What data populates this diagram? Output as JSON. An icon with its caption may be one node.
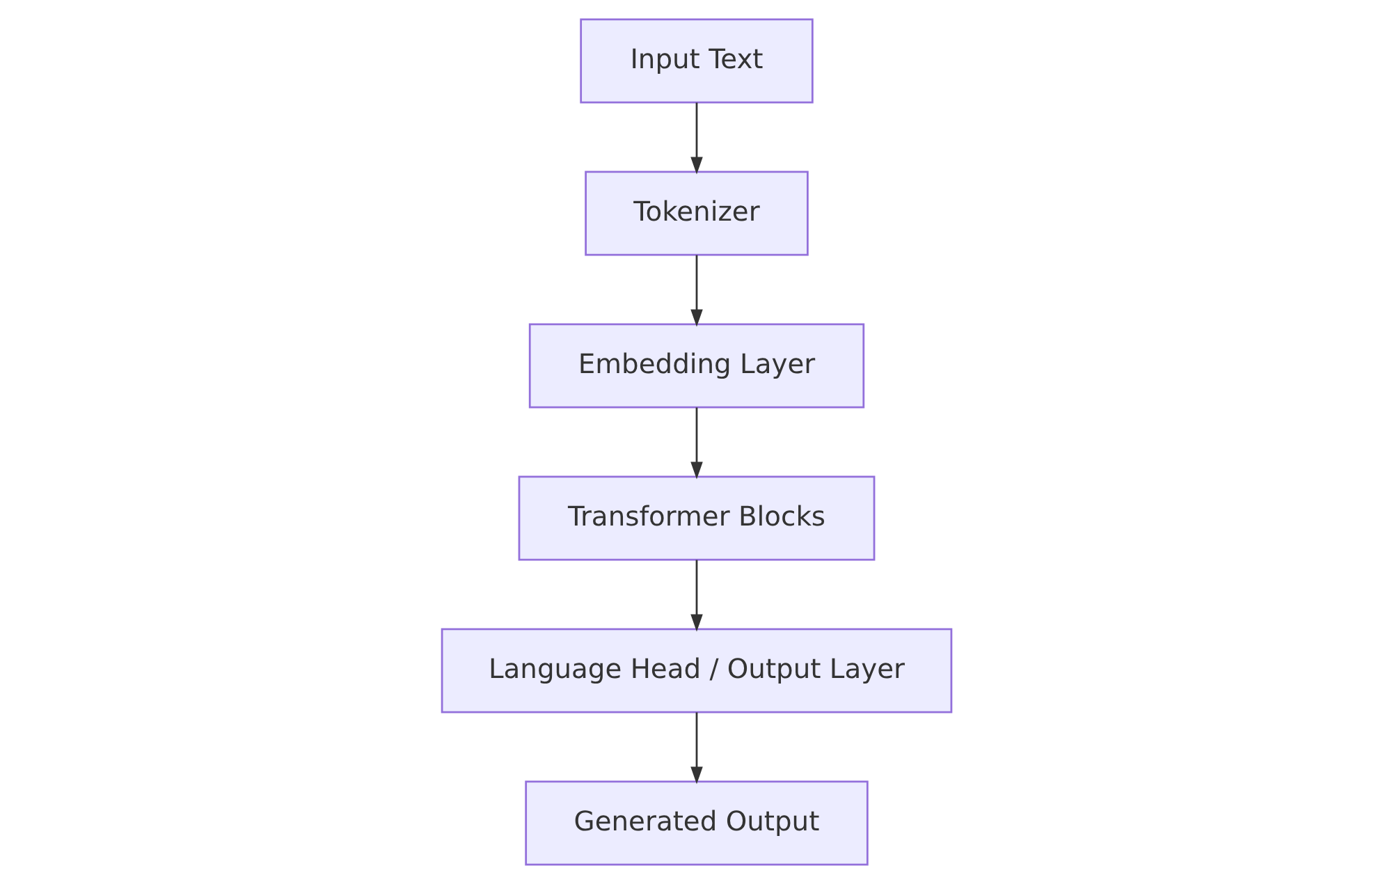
{
  "diagram": {
    "nodes": [
      {
        "text": [
          "Input Text"
        ]
      },
      {
        "text": [
          "Tokenizer"
        ]
      },
      {
        "text": [
          "Embedding Layer"
        ]
      },
      {
        "text": [
          "Transformer Blocks"
        ]
      },
      {
        "text": [
          "Language Head / Output Layer"
        ]
      },
      {
        "text": [
          "Generated Output"
        ]
      }
    ],
    "edges": [
      {
        "from": 0,
        "to": 1,
        "arrow": "to"
      },
      {
        "from": 1,
        "to": 2,
        "arrow": "to"
      },
      {
        "from": 2,
        "to": 3,
        "arrow": "to"
      },
      {
        "from": 3,
        "to": 4,
        "arrow": "to"
      },
      {
        "from": 4,
        "to": 5,
        "arrow": "to"
      }
    ]
  }
}
